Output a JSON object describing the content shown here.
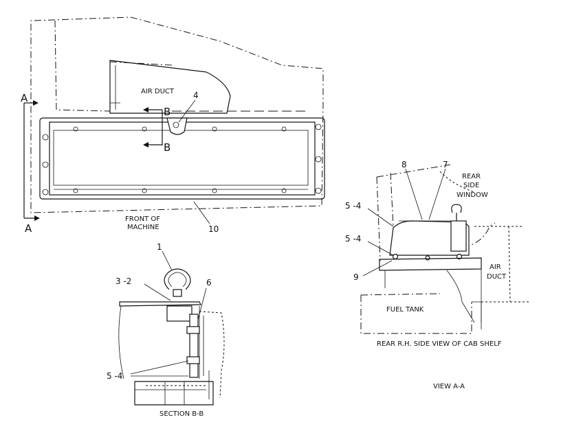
{
  "views": {
    "main": {
      "label_air_duct": "AIR DUCT",
      "label_front": "FRONT OF",
      "label_front_2": "MACHINE",
      "callout_4": "4",
      "callout_10": "10",
      "section_marker_top": "B",
      "section_marker_bottom": "B",
      "view_marker_top": "A",
      "view_marker_bottom": "A"
    },
    "section_bb": {
      "title": "SECTION B-B",
      "callout_1": "1",
      "callout_3_2": "3 -2",
      "callout_6": "6",
      "callout_5_4": "5 -4"
    },
    "view_aa": {
      "title": "VIEW A-A",
      "subtitle": "REAR R.H. SIDE VIEW OF CAB SHELF",
      "callout_8": "8",
      "callout_7": "7",
      "callout_5_4_upper": "5 -4",
      "callout_5_4_lower": "5 -4",
      "callout_9": "9",
      "label_rear": "REAR",
      "label_side": "SIDE",
      "label_window": "WINDOW",
      "label_air": "AIR",
      "label_duct": "DUCT",
      "label_fuel_tank": "FUEL TANK"
    }
  }
}
